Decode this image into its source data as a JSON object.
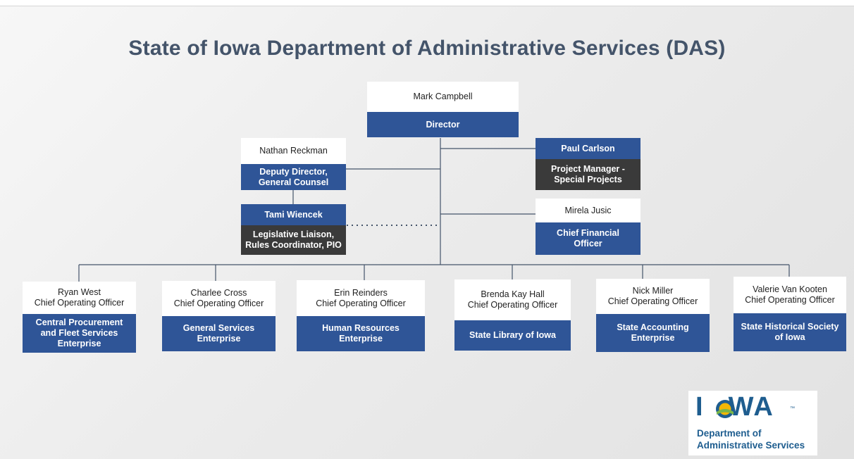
{
  "title": "State of Iowa Department of Administrative Services (DAS)",
  "director": {
    "name": "Mark Campbell",
    "role": "Director"
  },
  "deputy": {
    "name": "Nathan Reckman",
    "role_line1": "Deputy Director,",
    "role_line2": "General Counsel"
  },
  "liaison": {
    "name": "Tami Wiencek",
    "role_line1": "Legislative Liaison,",
    "role_line2": "Rules Coordinator, PIO"
  },
  "project_manager": {
    "name": "Paul Carlson",
    "role_line1": "Project Manager -",
    "role_line2": "Special Projects"
  },
  "cfo": {
    "name": "Mirela Jusic",
    "role_line1": "Chief Financial",
    "role_line2": "Officer"
  },
  "coos": [
    {
      "name": "Ryan West",
      "title": "Chief Operating Officer",
      "unit_line1": "Central Procurement",
      "unit_line2": "and Fleet Services",
      "unit_line3": "Enterprise"
    },
    {
      "name": "Charlee Cross",
      "title": "Chief Operating Officer",
      "unit_line1": "General Services",
      "unit_line2": "Enterprise",
      "unit_line3": ""
    },
    {
      "name": "Erin Reinders",
      "title": "Chief Operating Officer",
      "unit_line1": "Human Resources",
      "unit_line2": "Enterprise",
      "unit_line3": ""
    },
    {
      "name": "Brenda Kay Hall",
      "title": "Chief Operating Officer",
      "unit_line1": "State Library of Iowa",
      "unit_line2": "",
      "unit_line3": ""
    },
    {
      "name": "Nick Miller",
      "title": "Chief Operating Officer",
      "unit_line1": "State Accounting",
      "unit_line2": "Enterprise",
      "unit_line3": ""
    },
    {
      "name": "Valerie Van Kooten",
      "title": "Chief Operating Officer",
      "unit_line1": "State Historical Society",
      "unit_line2": "of Iowa",
      "unit_line3": ""
    }
  ],
  "logo": {
    "word_left": "I",
    "word_right": "WA",
    "tm": "™",
    "line1": "Department of",
    "line2": "Administrative Services"
  },
  "colors": {
    "role_blue": "#2f5597",
    "role_dark": "#3a3a3a",
    "title": "#44546a",
    "logo_blue": "#1e5d8f",
    "sun_yellow": "#f2b705",
    "sun_green": "#7ab648"
  }
}
